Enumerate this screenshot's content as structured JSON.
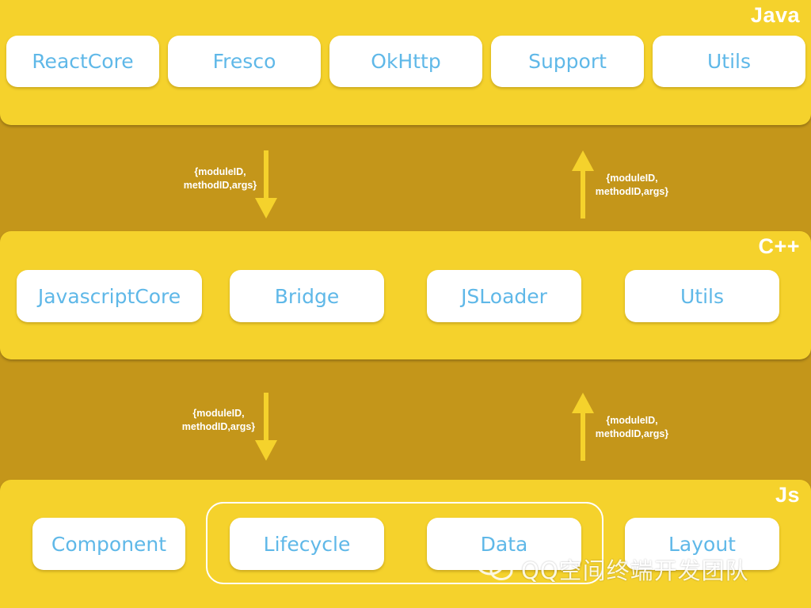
{
  "layers": {
    "java": {
      "title": "Java",
      "modules": [
        "ReactCore",
        "Fresco",
        "OkHttp",
        "Support",
        "Utils"
      ]
    },
    "cpp": {
      "title": "C++",
      "modules": [
        "JavascriptCore",
        "Bridge",
        "JSLoader",
        "Utils"
      ]
    },
    "js": {
      "title": "Js",
      "modules": [
        "Component",
        "Lifecycle",
        "Data",
        "Layout"
      ]
    }
  },
  "arrows": {
    "java_to_cpp": [
      "{moduleID,",
      "methodID,args}"
    ],
    "cpp_to_java": [
      "{moduleID,",
      "methodID,args}"
    ],
    "cpp_to_js": [
      "{moduleID,",
      "methodID,args}"
    ],
    "js_to_cpp": [
      "{moduleID,",
      "methodID,args}"
    ]
  },
  "watermark": {
    "text": "QQ空间终端开发团队",
    "icon": "wechat-icon"
  },
  "colors": {
    "background": "#c4961a",
    "layer": "#f5d22c",
    "module_text": "#5fb8e8",
    "module_bg": "#ffffff",
    "label": "#ffffff"
  }
}
